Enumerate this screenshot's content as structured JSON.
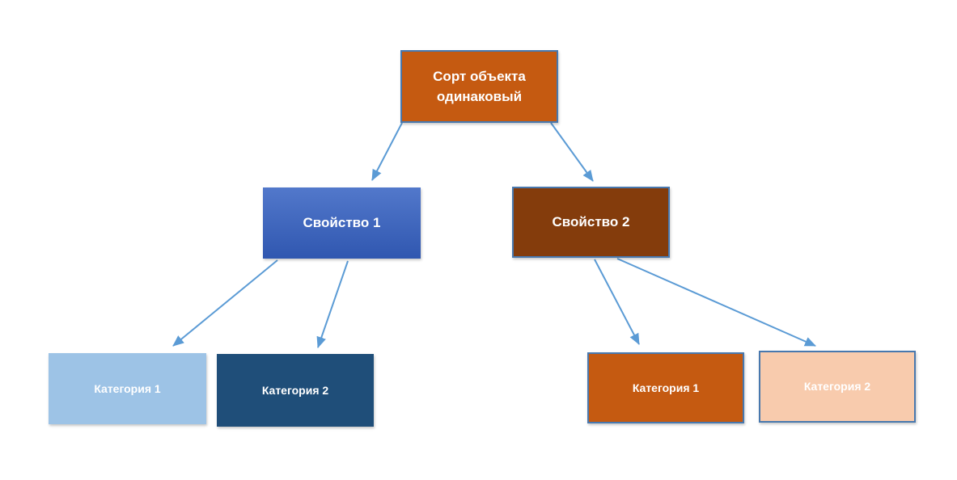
{
  "page": {
    "background": "#FFFFFF"
  },
  "diagram": {
    "type": "tree",
    "arrow_color": "#5B9BD5",
    "nodes": {
      "root": {
        "label": "Сорт объекта одинаковый",
        "fill": "#C55A11",
        "border": "#4878AE",
        "text_color": "#FFFFFF"
      },
      "property1": {
        "label": "Свойство 1",
        "fill_gradient_top": "#5278CB",
        "fill_gradient_bottom": "#3057B0",
        "text_color": "#FFFFFF"
      },
      "property2": {
        "label": "Свойство 2",
        "fill": "#843C0C",
        "border": "#4878AE",
        "text_color": "#FFFFFF"
      },
      "category1_left": {
        "label": "Категория 1",
        "fill": "#9DC3E6",
        "text_color": "#FFFFFF"
      },
      "category2_left": {
        "label": "Категория 2",
        "fill": "#1F4E79",
        "text_color": "#FFFFFF"
      },
      "category1_right": {
        "label": "Категория 1",
        "fill": "#C55A11",
        "border": "#4878AE",
        "text_color": "#FFFFFF"
      },
      "category2_right": {
        "label": "Категория 2",
        "fill": "#F8CBAD",
        "border": "#4878AE",
        "text_color": "#FFFFFF"
      }
    },
    "edges": [
      {
        "from": "root",
        "to": "property1"
      },
      {
        "from": "root",
        "to": "property2"
      },
      {
        "from": "property1",
        "to": "category1_left"
      },
      {
        "from": "property1",
        "to": "category2_left"
      },
      {
        "from": "property2",
        "to": "category1_right"
      },
      {
        "from": "property2",
        "to": "category2_right"
      }
    ]
  }
}
